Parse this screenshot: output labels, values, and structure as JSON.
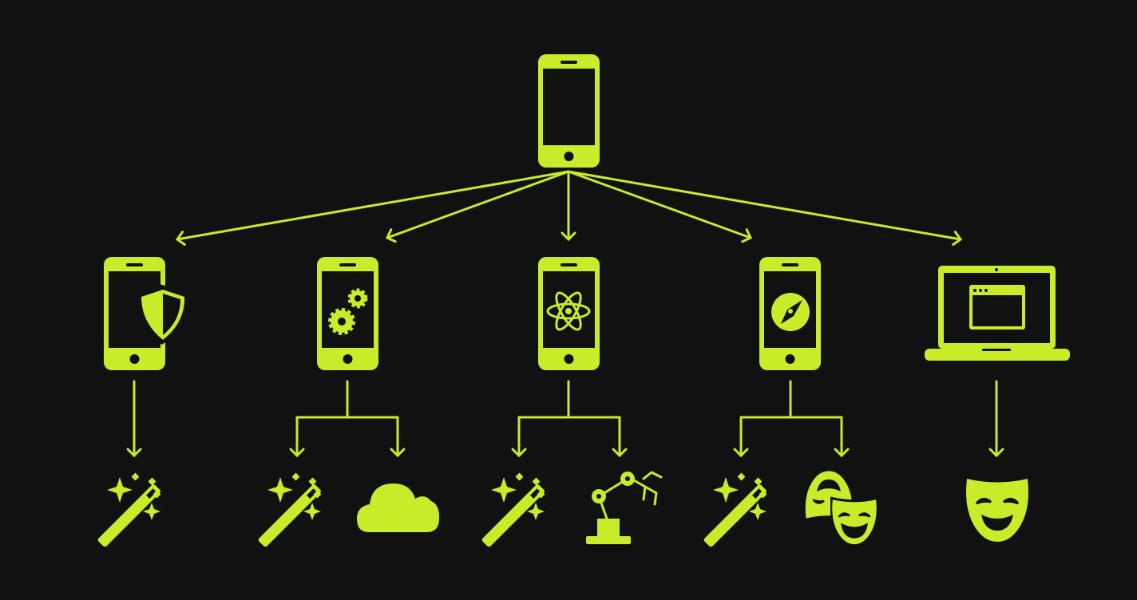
{
  "colors": {
    "background": "#111111",
    "accent": "#c8ec2a"
  },
  "diagram": {
    "root": {
      "id": "root",
      "icon": "smartphone-icon"
    },
    "level1": [
      {
        "id": "n1",
        "icon": "smartphone-shield-icon"
      },
      {
        "id": "n2",
        "icon": "smartphone-gears-icon"
      },
      {
        "id": "n3",
        "icon": "smartphone-atom-icon"
      },
      {
        "id": "n4",
        "icon": "smartphone-compass-icon"
      },
      {
        "id": "n5",
        "icon": "laptop-browser-window-icon"
      }
    ],
    "level2": [
      {
        "parent": "n1",
        "icon": "magic-wand-icon"
      },
      {
        "parent": "n2",
        "icon": "magic-wand-icon"
      },
      {
        "parent": "n2",
        "icon": "cloud-icon"
      },
      {
        "parent": "n3",
        "icon": "magic-wand-icon"
      },
      {
        "parent": "n3",
        "icon": "robot-arm-icon"
      },
      {
        "parent": "n4",
        "icon": "magic-wand-icon"
      },
      {
        "parent": "n4",
        "icon": "theater-masks-icon"
      },
      {
        "parent": "n5",
        "icon": "comedy-mask-icon"
      }
    ]
  }
}
